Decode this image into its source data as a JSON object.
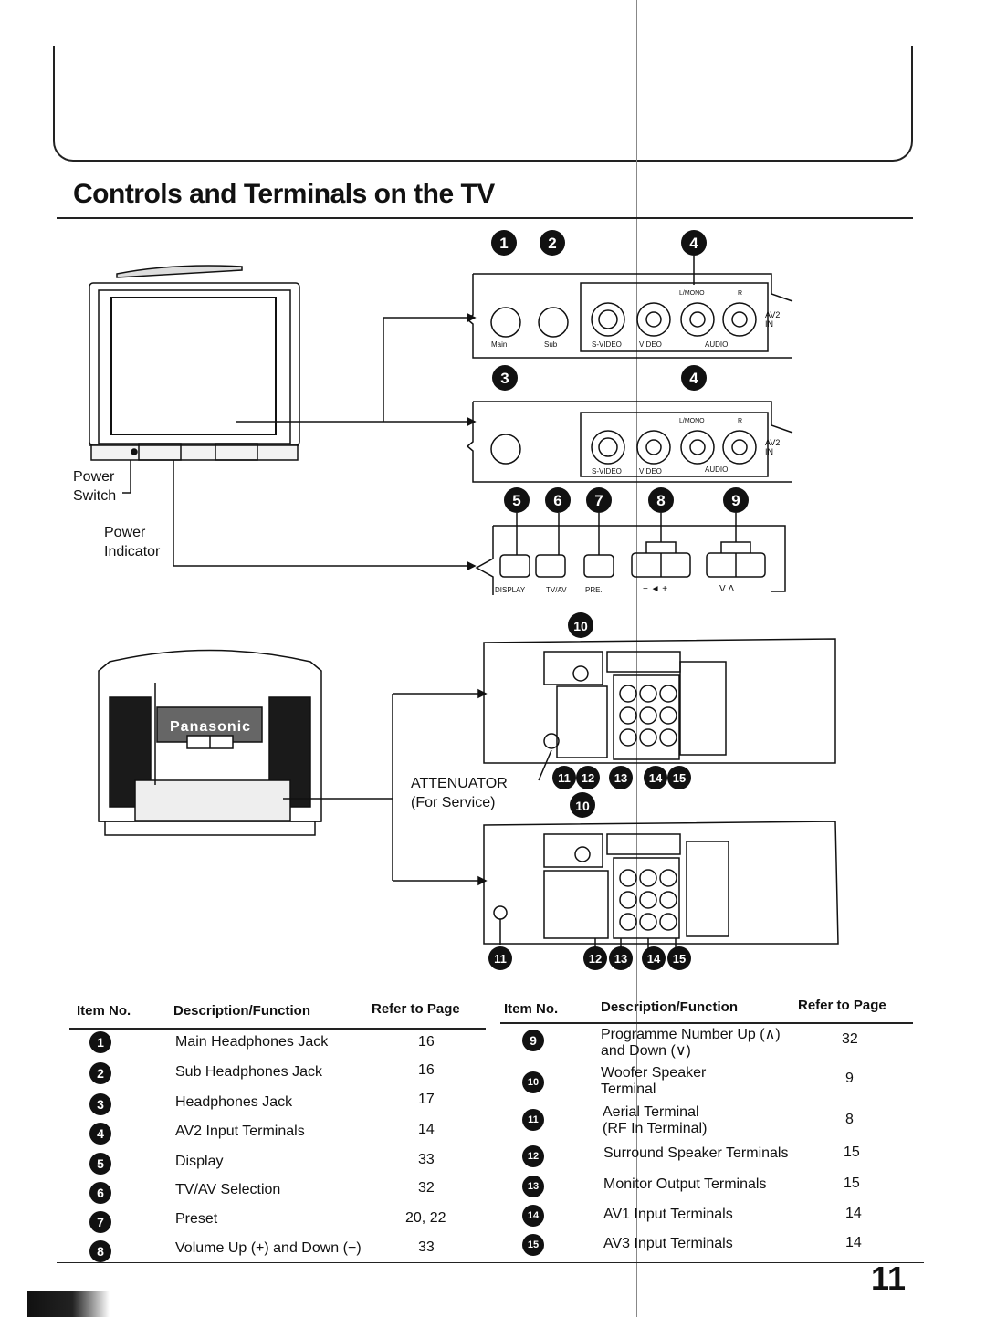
{
  "header": {
    "title": "Controls and Terminals on the TV"
  },
  "diagram": {
    "callouts": {
      "power_switch": [
        "Power",
        "Switch"
      ],
      "power_indicator": [
        "Power",
        "Indicator"
      ],
      "attenuator": [
        "ATTENUATOR",
        "(For Service)"
      ]
    },
    "panel_av2_top": {
      "headphone_main": "Main",
      "headphone_sub": "Sub",
      "s_video": "S-VIDEO",
      "video": "VIDEO",
      "audio": "AUDIO",
      "l_mono": "L/MONO",
      "r": "R",
      "av2_in": [
        "AV2",
        "IN"
      ]
    },
    "panel_av2_bottom": {
      "s_video": "S-VIDEO",
      "video": "VIDEO",
      "audio": "AUDIO",
      "l_mono": "L/MONO",
      "r": "R",
      "av2_in": [
        "AV2",
        "IN"
      ]
    },
    "button_panel": {
      "display": "DISPLAY",
      "tvav": "TV/AV",
      "pre": "PRE.",
      "vol": "−  ◄  +",
      "prog": "V     Λ"
    },
    "brand": "Panasonic",
    "number_badges": {
      "row1": [
        "1",
        "2",
        "4"
      ],
      "row2": [
        "3",
        "4"
      ],
      "row3": [
        "5",
        "6",
        "7",
        "8",
        "9"
      ],
      "rear_top": [
        "10"
      ],
      "rear_mid": [
        "11",
        "12",
        "13",
        "14",
        "15"
      ],
      "rear_mid2": [
        "10"
      ],
      "rear_bottom": [
        "11",
        "12",
        "13",
        "14",
        "15"
      ]
    }
  },
  "table": {
    "headers": {
      "item_no": "Item No.",
      "description": "Description/Function",
      "refer": "Refer to Page"
    },
    "left": [
      {
        "no": "1",
        "desc": "Main Headphones Jack",
        "page": "16"
      },
      {
        "no": "2",
        "desc": "Sub Headphones Jack",
        "page": "16"
      },
      {
        "no": "3",
        "desc": "Headphones Jack",
        "page": "17"
      },
      {
        "no": "4",
        "desc": "AV2 Input Terminals",
        "page": "14"
      },
      {
        "no": "5",
        "desc": "Display",
        "page": "33"
      },
      {
        "no": "6",
        "desc": "TV/AV Selection",
        "page": "32"
      },
      {
        "no": "7",
        "desc": "Preset",
        "page": "20, 22"
      },
      {
        "no": "8",
        "desc": "Volume Up (+) and Down (−)",
        "page": "33"
      }
    ],
    "right": [
      {
        "no": "9",
        "desc": [
          "Programme Number Up (∧)",
          "and Down (∨)"
        ],
        "page": "32"
      },
      {
        "no": "10",
        "desc": [
          "Woofer Speaker",
          "Terminal"
        ],
        "page": "9"
      },
      {
        "no": "11",
        "desc": [
          "Aerial Terminal",
          "(RF In Terminal)"
        ],
        "page": "8"
      },
      {
        "no": "12",
        "desc": [
          "Surround Speaker Terminals"
        ],
        "page": "15"
      },
      {
        "no": "13",
        "desc": [
          "Monitor Output Terminals"
        ],
        "page": "15"
      },
      {
        "no": "14",
        "desc": [
          "AV1 Input Terminals"
        ],
        "page": "14"
      },
      {
        "no": "15",
        "desc": [
          "AV3 Input Terminals"
        ],
        "page": "14"
      }
    ]
  },
  "footer": {
    "page_number": "11"
  }
}
